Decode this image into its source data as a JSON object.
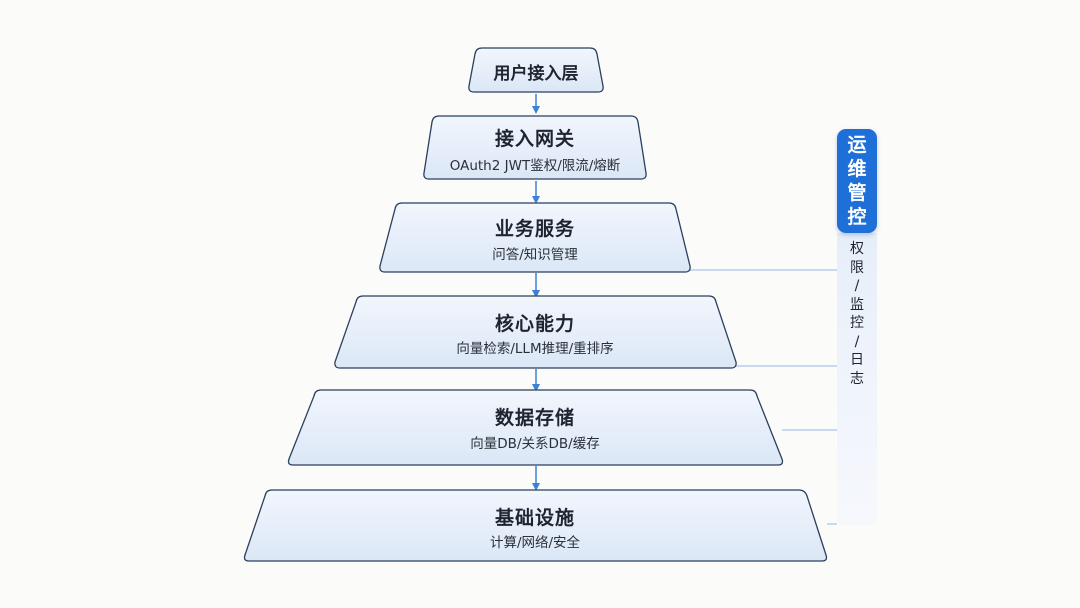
{
  "layers": [
    {
      "title": "用户接入层",
      "subtitle": ""
    },
    {
      "title": "接入网关",
      "subtitle": "OAuth2 JWT鉴权/限流/熔断"
    },
    {
      "title": "业务服务",
      "subtitle": "问答/知识管理"
    },
    {
      "title": "核心能力",
      "subtitle": "向量检索/LLM推理/重排序"
    },
    {
      "title": "数据存储",
      "subtitle": "向量DB/关系DB/缓存"
    },
    {
      "title": "基础设施",
      "subtitle": "计算/网络/安全"
    }
  ],
  "ops": {
    "title": "运维管控",
    "subtitle": "权限/监控/日志"
  },
  "colors": {
    "layer_fill_top": "#f1f6fd",
    "layer_fill_bottom": "#dde8f6",
    "layer_stroke": "#2b3f5e",
    "arrow": "#3b82d6",
    "ops_accent": "#1f6fd8",
    "connector": "#a9c3e6"
  }
}
